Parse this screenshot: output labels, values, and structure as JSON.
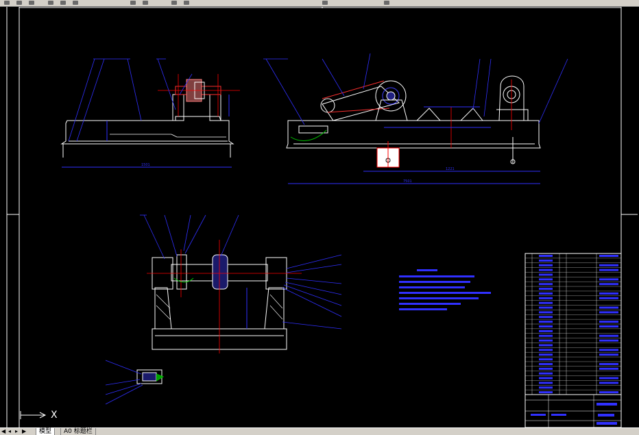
{
  "colors": {
    "background": "#000000",
    "frame": "#ffffff",
    "outline": "#0000ff",
    "dimension": "#3030ff",
    "centerline": "#ff0000",
    "hatch": "#ffffff",
    "accent_green": "#00c000"
  },
  "viewport": {
    "ucs_axis_label": "X"
  },
  "statusbar": {
    "tabs": [
      "模型",
      "A0 标题栏"
    ]
  },
  "toolbar": {
    "icons": [
      "open-icon",
      "save-icon",
      "print-icon",
      "cut-icon",
      "copy-icon",
      "paste-icon",
      "undo-icon",
      "redo-icon",
      "pan-icon",
      "zoom-icon",
      "properties-icon",
      "layer-icon"
    ]
  }
}
